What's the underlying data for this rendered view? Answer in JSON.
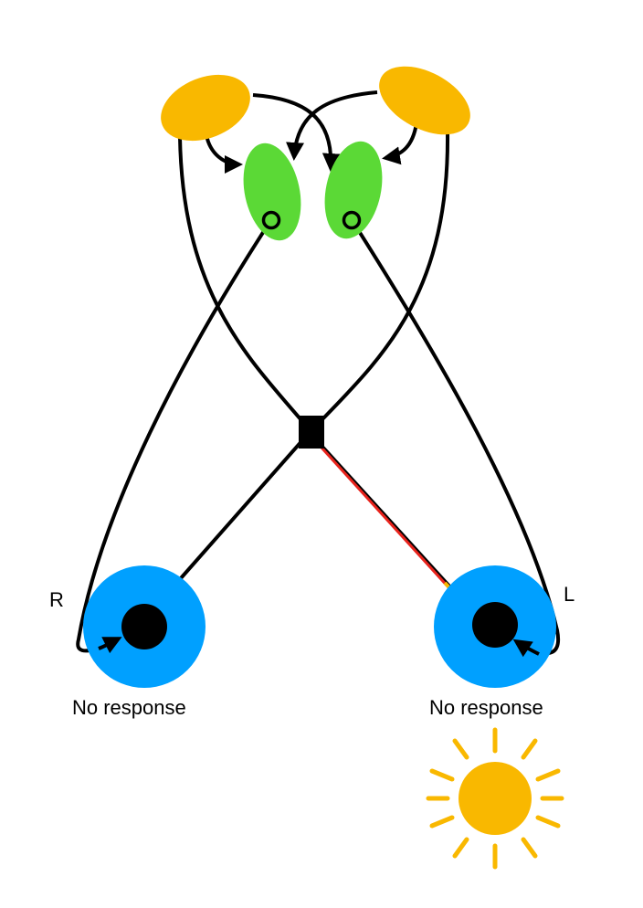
{
  "eye_labels": {
    "right_eye": "R",
    "left_eye": "L"
  },
  "captions": {
    "right_eye": "No response",
    "left_eye": "No response"
  },
  "colors": {
    "nucleus": "#F9B800",
    "relay": "#5BD936",
    "eye": "#00A0FF",
    "pupil": "#000000",
    "pathway": "#000000",
    "stimulated_pathway": "#E8231C",
    "light": "#F9B800"
  },
  "icons": {
    "light_source": "sun-icon"
  }
}
